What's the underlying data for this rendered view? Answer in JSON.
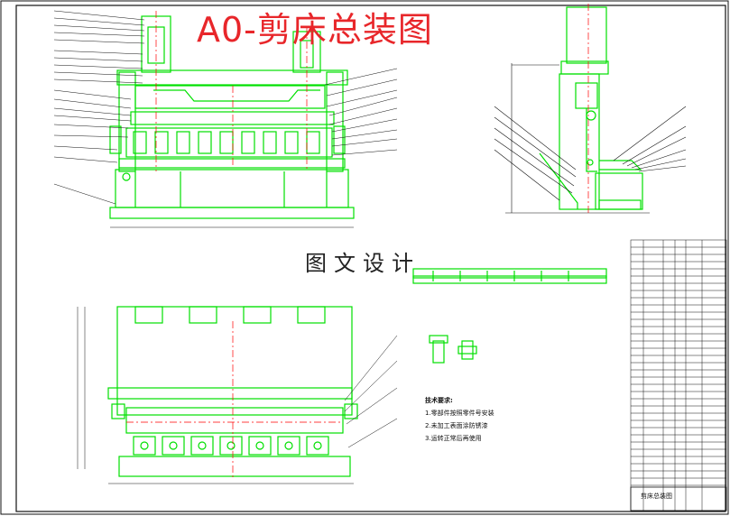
{
  "title": "A0-剪床总装图",
  "watermark": "图文设计",
  "notes": {
    "title": "技术要求:",
    "items": [
      "1.零部件按照零件号安装",
      "2.未加工表面涂防锈漆",
      "3.运转正常后再使用"
    ]
  },
  "title_block": {
    "name": "剪床总装图"
  },
  "colors": {
    "line": "#00ff00",
    "outline": "#111111",
    "title": "#e8262a",
    "center": "#ff0000"
  }
}
